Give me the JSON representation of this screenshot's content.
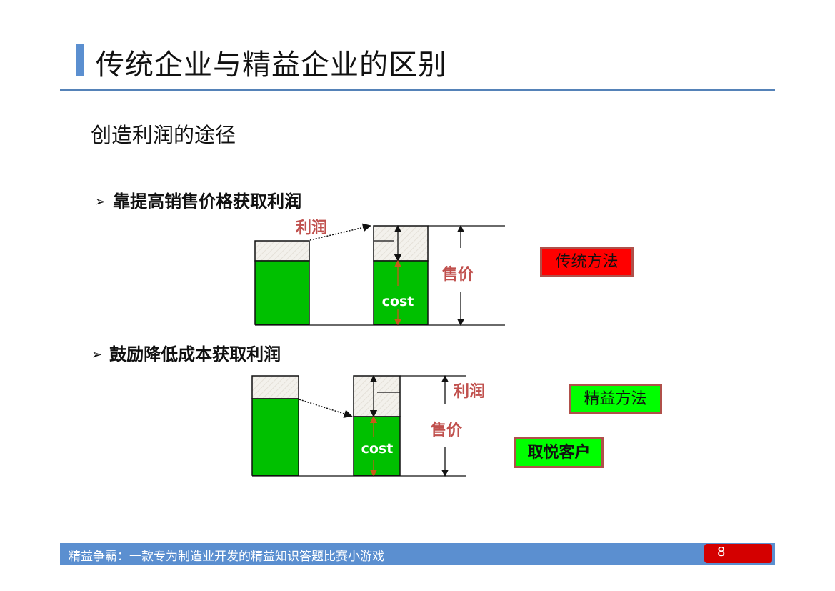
{
  "header": {
    "title": "传统企业与精益企业的区别",
    "accent_color": "#5b8fd0"
  },
  "content": {
    "subtitle": "创造利润的途径",
    "bullets": [
      {
        "icon": "arrowhead-bullet-icon",
        "text": "靠提高销售价格获取利润"
      },
      {
        "icon": "arrowhead-bullet-icon",
        "text": "鼓励降低成本获取利润"
      }
    ]
  },
  "diagram_traditional": {
    "profit_label": "利润",
    "price_label": "售价",
    "cost_label": "cost",
    "method_box": {
      "label": "传统方法",
      "fill": "#ff0000"
    }
  },
  "diagram_lean": {
    "profit_label": "利润",
    "price_label": "售价",
    "cost_label": "cost",
    "method_box": {
      "label": "精益方法",
      "fill": "#00ff00"
    },
    "customer_box": {
      "label": "取悦客户",
      "fill": "#00ff00"
    }
  },
  "colors": {
    "cost_green": "#00c000",
    "profit_hatch": "#f3f1ec",
    "label_red": "#c0504d",
    "footer_blue": "#5b8fd0",
    "page_badge_red": "#d40000"
  },
  "footer": {
    "text": "精益争霸：一款专为制造业开发的精益知识答题比赛小游戏",
    "page_number": "8"
  }
}
